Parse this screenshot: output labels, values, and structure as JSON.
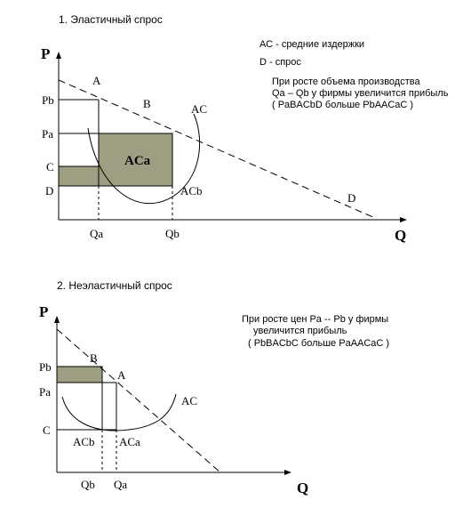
{
  "diagram1": {
    "title": "1. Эластичный спрос",
    "legend": [
      "АС - средние издержки",
      "D - спрос"
    ],
    "note": [
      "При росте  объема  производства",
      "Qa – Qb у фирмы увеличится прибыль",
      "( PaBACbD больше PbAACaC )"
    ],
    "axis_y": "P",
    "axis_x": "Q",
    "price_labels": [
      "Pb",
      "Pa",
      "C",
      "D"
    ],
    "qty_labels": [
      "Qa",
      "Qb"
    ],
    "point_labels": [
      "A",
      "B",
      "AC",
      "D"
    ],
    "cost_labels": [
      "ACb"
    ],
    "area_label": "ACa",
    "colors": {
      "fill": "#9e9e83",
      "line": "#000000"
    }
  },
  "diagram2": {
    "title": "2. Неэластичный спрос",
    "note": [
      "При росте цен Pa -- Pb у фирмы",
      "увеличится        прибыль",
      "( PbBACbC больше PaAACaC )"
    ],
    "axis_y": "P",
    "axis_x": "Q",
    "price_labels": [
      "Pb",
      "Pa",
      "C"
    ],
    "qty_labels": [
      "Qb",
      "Qa"
    ],
    "point_labels": [
      "B",
      "A",
      "AC"
    ],
    "cost_labels": [
      "ACb",
      "ACa"
    ],
    "colors": {
      "fill": "#9e9e83",
      "line": "#000000"
    }
  }
}
